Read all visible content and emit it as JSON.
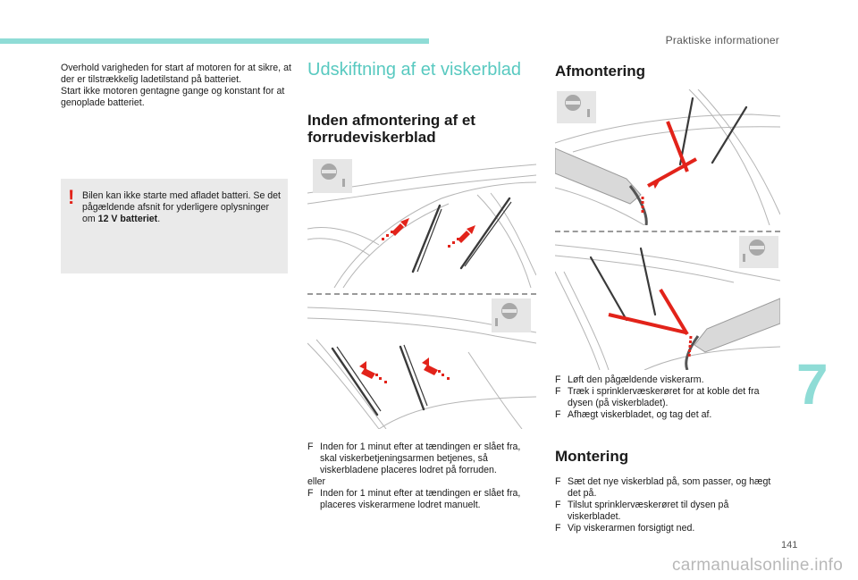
{
  "header": {
    "chapter_title": "Praktiske informationer"
  },
  "chapter_tab": {
    "number": "7"
  },
  "col1": {
    "para1": "Overhold varigheden for start af motoren for at sikre, at der er tilstrækkelig ladetilstand på batteriet.",
    "para2": "Start ikke motoren gentagne gange og konstant for at genoplade batteriet.",
    "warning": {
      "icon": "!",
      "text_before": "Bilen kan ikke starte med afladet batteri. Se det pågældende afsnit for yderligere oplysninger om ",
      "bold": "12 V batteriet",
      "text_after": "."
    }
  },
  "col2": {
    "section_title": "Udskiftning af et viskerblad",
    "subtitle": "Inden afmontering af et forrudeviskerblad",
    "items": [
      {
        "bullet": "F",
        "text": "Inden for 1 minut efter at tændingen er slået fra, skal viskerbetjeningsarmen betjenes, så viskerbladene placeres lodret på forruden."
      },
      {
        "plain": "eller"
      },
      {
        "bullet": "F",
        "text": "Inden for 1 minut efter at tændingen er slået fra, placeres viskerarmene lodret manuelt."
      }
    ]
  },
  "col3": {
    "afmontering_title": "Afmontering",
    "afmontering_items": [
      "Løft den pågældende viskerarm.",
      "Træk i sprinklervæskerøret for at koble det fra dysen (på viskerbladet).",
      "Afhægt viskerbladet, og tag det af."
    ],
    "montering_title": "Montering",
    "montering_items": [
      "Sæt det nye viskerblad på, som passer, og hægt det på.",
      "Tilslut sprinklervæskerøret til dysen på viskerbladet.",
      "Vip viskerarmen forsigtigt ned."
    ],
    "bullet": "F"
  },
  "footer": {
    "page_number": "141",
    "watermark": "carmanualsonline.info"
  },
  "colors": {
    "accent": "#58c9c0",
    "bar": "#8fdcd6",
    "warning": "#e2231a",
    "arrow": "#e2231a"
  }
}
